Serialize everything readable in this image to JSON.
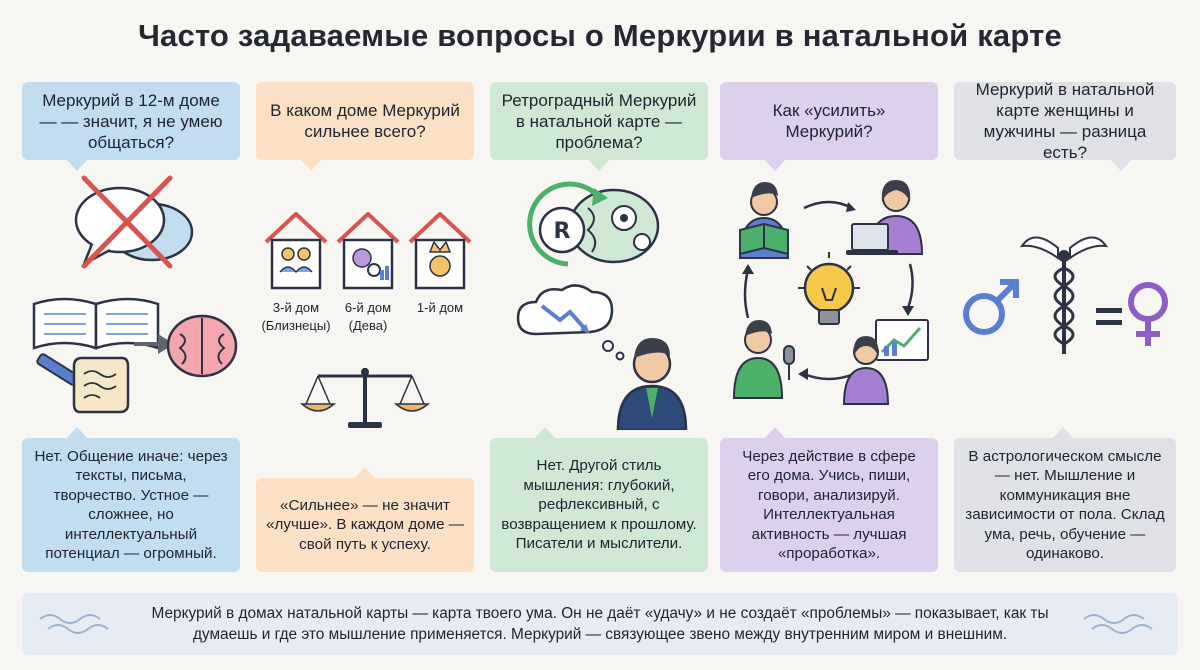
{
  "title": "Часто задаваемые вопросы о Меркурии в натальной карте",
  "colors": {
    "blue": "#c2dcf0",
    "orange": "#fbe0c6",
    "green": "#cfe8d4",
    "purple": "#dcd0ec",
    "gray": "#dfe1e6"
  },
  "columns": [
    {
      "question": "Меркурий в 12-м доме — — значит, я не умею общаться?",
      "answer": "Нет. Общение иначе: через тексты, письма, творчество. Устное — сложнее, но интеллектуальный потенциал — огромный.",
      "icons": [
        "crossed-speech-bubbles-icon",
        "open-book-icon",
        "pen-icon",
        "scroll-icon",
        "arrow-right-icon",
        "brain-icon"
      ]
    },
    {
      "question": "В каком доме Меркурий сильнее всего?",
      "answer": "«Сильнее» — не значит «лучше». В каждом доме — свой путь к успеху.",
      "houses": [
        {
          "label": "3-й дом",
          "sub": "(Близнецы)"
        },
        {
          "label": "6-й дом",
          "sub": "(Дева)"
        },
        {
          "label": "1-й дом",
          "sub": ""
        }
      ],
      "icons": [
        "house-twins-icon",
        "house-analysis-icon",
        "house-crown-icon",
        "scales-icon"
      ]
    },
    {
      "question": "Ретроградный Меркурий в натальной карте — проблема?",
      "answer": "Нет. Другой стиль мышления: глубокий, рефлексивный, с возвращением к прошлому. Писатели и мыслители.",
      "icons": [
        "retrograde-brain-icon",
        "thought-cloud-icon",
        "thinker-person-icon"
      ]
    },
    {
      "question": "Как «усилить» Меркурий?",
      "answer": "Через действие в сфере его дома. Учись, пиши, говори, анализируй. Интеллектуальная активность — лучшая «проработка».",
      "icons": [
        "reading-person-icon",
        "laptop-person-icon",
        "lightbulb-icon",
        "speaking-person-icon",
        "presenter-person-icon"
      ]
    },
    {
      "question": "Меркурий в натальной карте женщины и мужчины — разница есть?",
      "answer": "В астрологическом смысле — нет. Мышление и коммуникация вне зависимости от пола. Склад ума, речь, обучение — одинаково.",
      "icons": [
        "male-symbol-icon",
        "caduceus-icon",
        "equals-icon",
        "female-symbol-icon"
      ]
    }
  ],
  "footer": "Меркурий в домах натальной карты — карта твоего ума. Он не даёт «удачу» и не создаёт «проблемы» — показывает, как ты думаешь и где это мышление применяется. Меркурий — связующее звено между внутренним миром и внешним."
}
